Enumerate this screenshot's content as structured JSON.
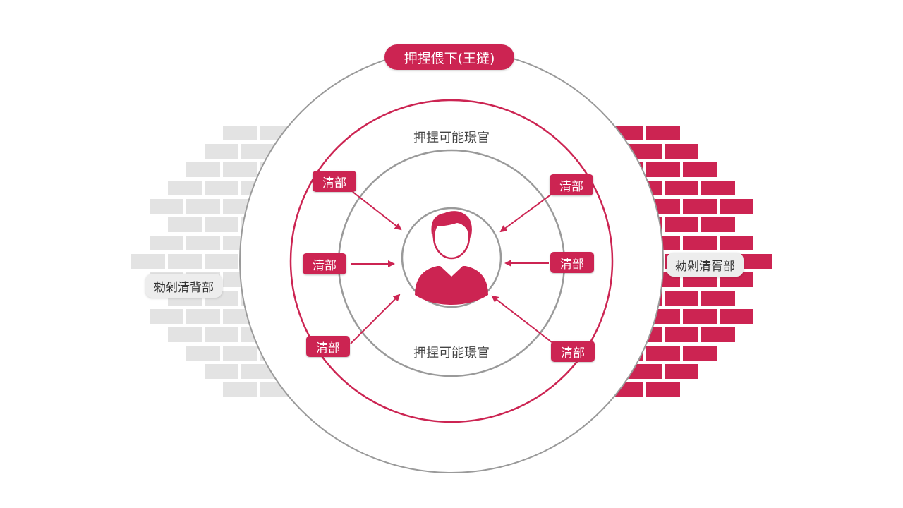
{
  "colors": {
    "accent": "#cc2452",
    "gray_ring": "#9a9a9a",
    "gray_brick": "#e3e3e3",
    "text": "#444444"
  },
  "top_label": "押捏偎下(王撻)",
  "ring_labels": {
    "upper": "押捏可能璟官",
    "lower": "押捏可能璟官"
  },
  "badges": [
    "清部",
    "清部",
    "清部",
    "清部",
    "清部",
    "清部"
  ],
  "side_labels": {
    "left": "勑剁清背部",
    "right": "勑剁清胥部"
  },
  "icons": {
    "center": "businessman-icon"
  }
}
